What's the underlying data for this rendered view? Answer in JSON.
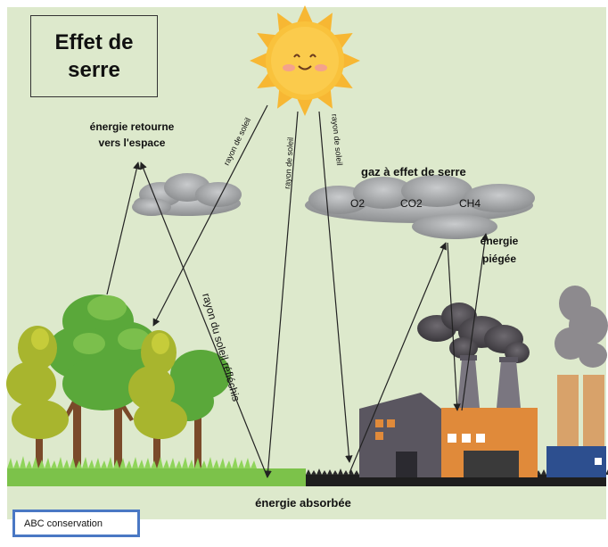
{
  "diagram": {
    "title": "Effet de serre",
    "labels": {
      "energy_returns": [
        "énergie retourne",
        "vers l'espace"
      ],
      "sun_ray_1": "rayon de soleil",
      "sun_ray_2": "rayon de soleil",
      "sun_ray_3": "rayon de soleil",
      "greenhouse_gases": "gaz à effet de serre",
      "gas_o2": "O2",
      "gas_co2": "CO2",
      "gas_ch4": "CH4",
      "trapped_energy": [
        "énergie",
        "piégée"
      ],
      "reflected_ray": "rayon du soleil réfléchis",
      "absorbed_energy": "énergie absorbée"
    },
    "credit": "ABC conservation",
    "colors": {
      "background": "#dde9cc",
      "sun": "#f7b733",
      "cloud": "#9a9c9e",
      "tree_green": "#5aa83a",
      "tree_yellow": "#a8b52e",
      "factory_orange": "#e08a3a",
      "factory_gray": "#5a5660",
      "factory_blue": "#2d4f8f",
      "credit_border": "#4a78c4"
    }
  }
}
